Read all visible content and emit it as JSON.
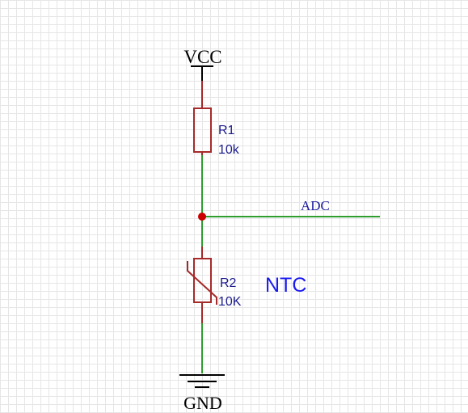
{
  "schematic": {
    "power_label": "VCC",
    "ground_label": "GND",
    "net_label": "ADC",
    "r1": {
      "designator": "R1",
      "value": "10k"
    },
    "r2": {
      "designator": "R2",
      "value": "10K",
      "type_label": "NTC"
    },
    "colors": {
      "component": "#a52a2a",
      "wire": "#2e9e2e",
      "junction": "#cc0000",
      "symbol": "#000000",
      "value_text": "#1a1a8c",
      "net_text": "#1a1aa0",
      "ntc_text": "#1a1af0"
    }
  }
}
